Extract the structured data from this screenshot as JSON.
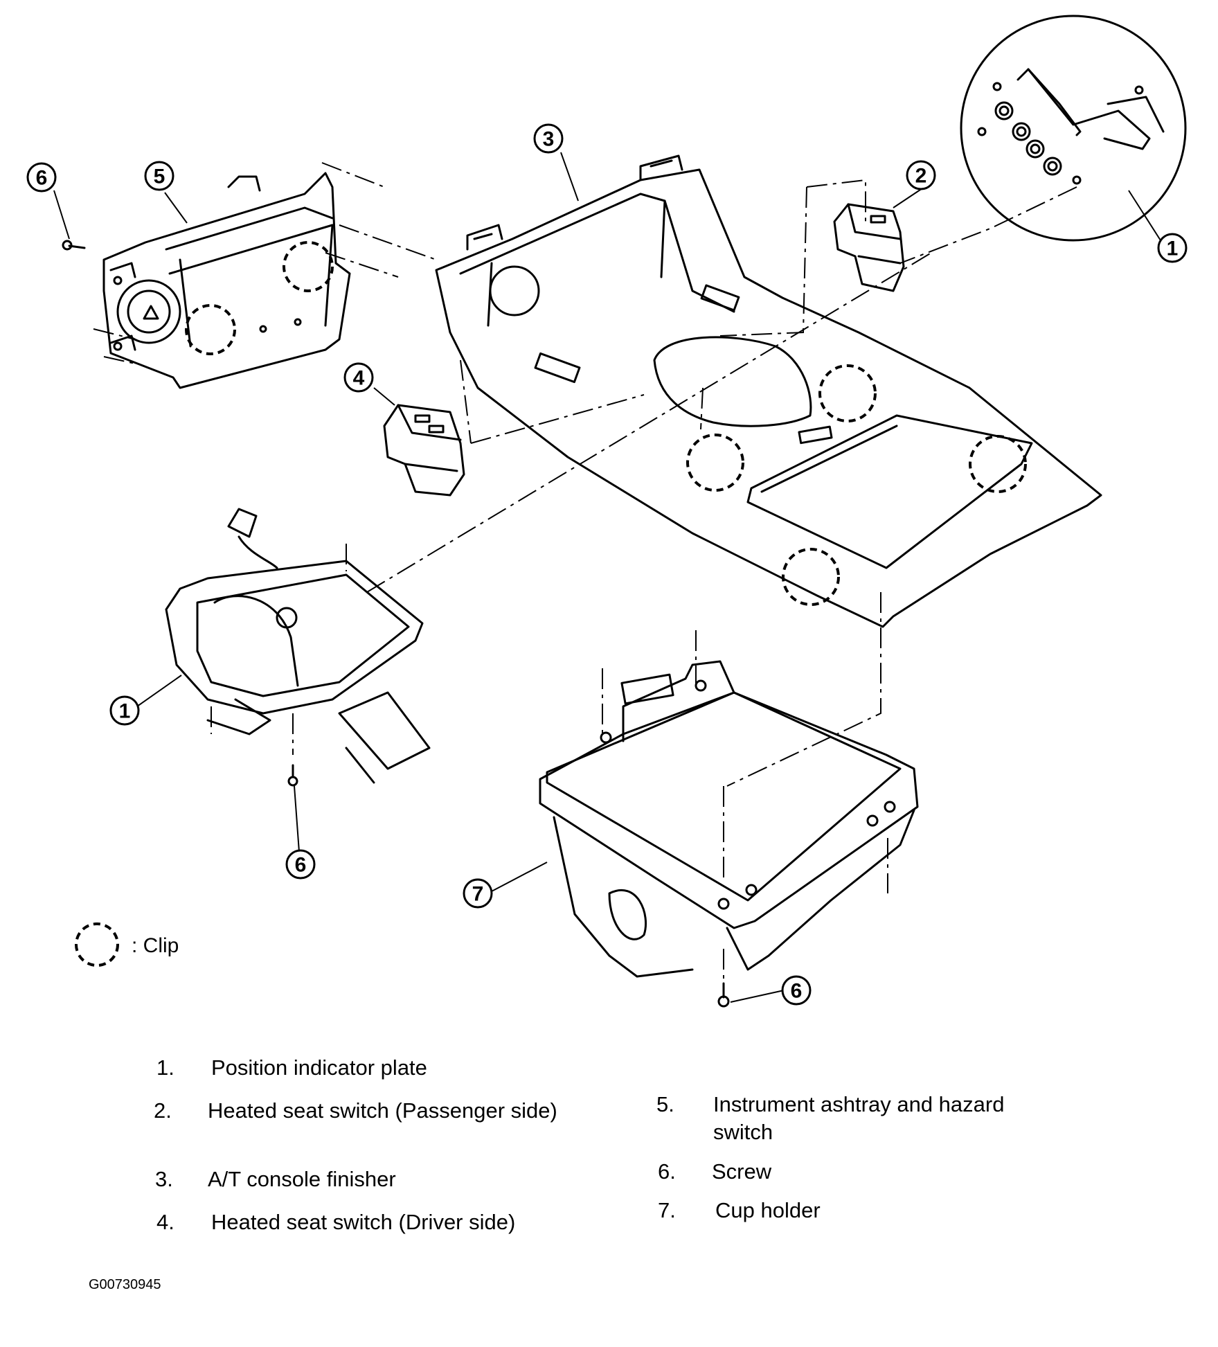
{
  "callouts": {
    "c1_top": "1",
    "c1_bottom": "1",
    "c2": "2",
    "c3": "3",
    "c4": "4",
    "c5": "5",
    "c6_topleft": "6",
    "c6_middle": "6",
    "c6_bottom": "6",
    "c7": "7"
  },
  "clip_legend": ": Clip",
  "legend": [
    {
      "num": "1.",
      "label": "Position indicator plate"
    },
    {
      "num": "2.",
      "label": "Heated seat switch (Passenger side)"
    },
    {
      "num": "3.",
      "label": "A/T console finisher"
    },
    {
      "num": "4.",
      "label": "Heated seat switch (Driver side)"
    },
    {
      "num": "5.",
      "label": "Instrument ashtray and hazard switch"
    },
    {
      "num": "6.",
      "label": "Screw"
    },
    {
      "num": "7.",
      "label": "Cup holder"
    }
  ],
  "figure_code": "G00730945"
}
